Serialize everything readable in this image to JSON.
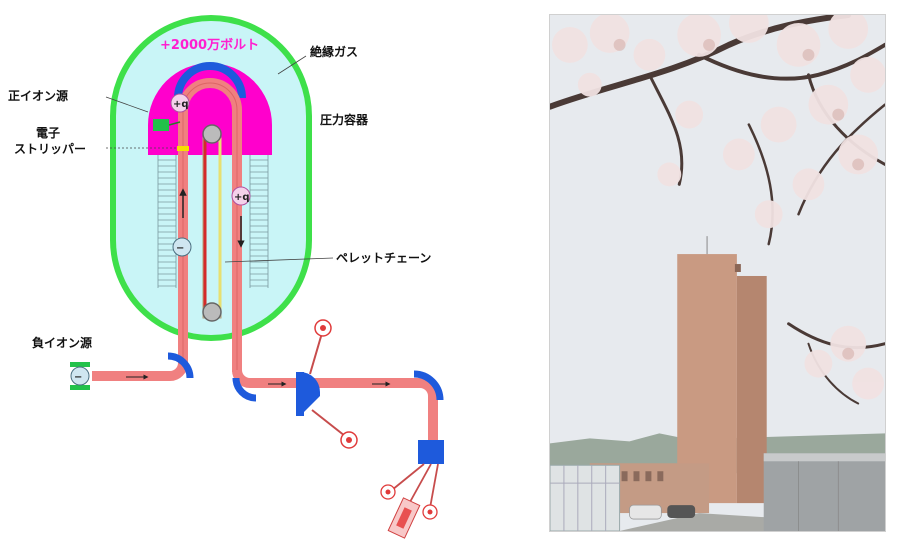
{
  "labels": {
    "voltage": "+2000万ボルト",
    "insulating_gas": "絶縁ガス",
    "positive_ion_source": "正イオン源",
    "pressure_vessel": "圧力容器",
    "electron_stripper_line1": "電子",
    "electron_stripper_line2": "ストリッパー",
    "pellet_chain": "ペレットチェーン",
    "negative_ion_source": "負イオン源"
  },
  "charges": {
    "positive_top": "+q",
    "positive_down": "+q",
    "negative": "−",
    "negative_source": "−"
  },
  "colors": {
    "vessel_outline": "#3ee04a",
    "vessel_fill": "#c9f5f7",
    "terminal": "#ff00cc",
    "beam_tube": "#f08080",
    "magnet": "#1e5adc",
    "sky": "#e7eaee",
    "building": "#c99a82"
  },
  "photo": {
    "description_icon": "photo-icon"
  }
}
